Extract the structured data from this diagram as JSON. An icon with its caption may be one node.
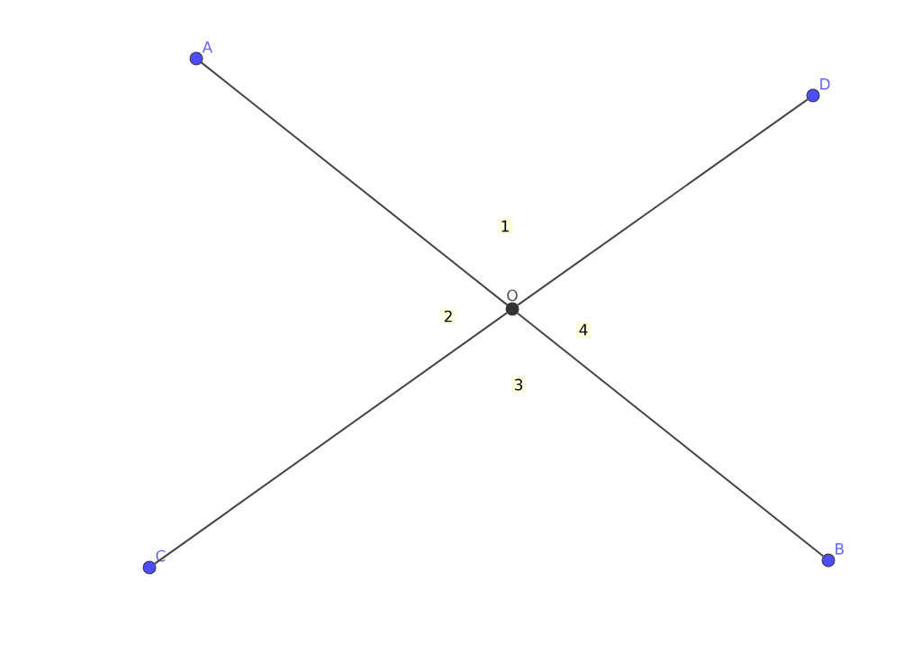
{
  "diagram": {
    "nodes": [
      {
        "text": [
          "A"
        ]
      },
      {
        "text": [
          "D"
        ]
      },
      {
        "text": [
          "C"
        ]
      },
      {
        "text": [
          "B"
        ]
      },
      {
        "text": [
          "O"
        ]
      }
    ],
    "edges": [
      {
        "from": 0,
        "to": 4,
        "arrow": "none"
      },
      {
        "from": 4,
        "to": 3,
        "arrow": "none"
      },
      {
        "from": 2,
        "to": 4,
        "arrow": "none"
      },
      {
        "from": 4,
        "to": 1,
        "arrow": "none"
      }
    ],
    "labels": [
      "1",
      "2",
      "3",
      "4"
    ]
  }
}
